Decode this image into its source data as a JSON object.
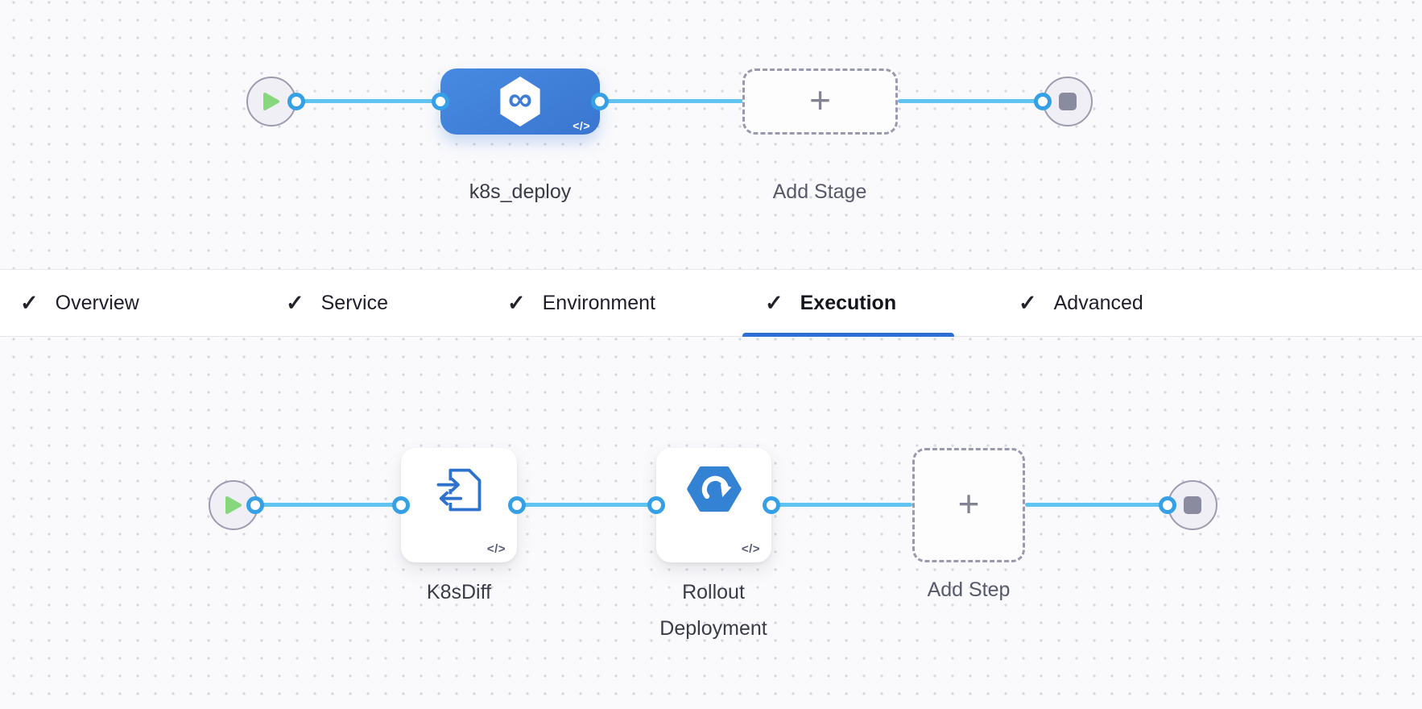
{
  "canvas_top": {
    "stage_node_label": "k8s_deploy",
    "add_stage_label": "Add Stage",
    "stage_code_badge": "</>",
    "stage_icon": "harness-infinity-hexagon",
    "infinity_glyph": "∞"
  },
  "tab_bar": {
    "check_glyph": "✓",
    "active_tab": "Execution",
    "tabs": [
      {
        "label": "Overview"
      },
      {
        "label": "Service"
      },
      {
        "label": "Environment"
      },
      {
        "label": "Execution"
      },
      {
        "label": "Advanced"
      }
    ]
  },
  "canvas_bottom": {
    "step1_label": "K8sDiff",
    "step2_label": "Rollout Deployment",
    "add_step_label": "Add Step",
    "code_badge": "</>",
    "step1_icon": "k8s-diff-document-arrows",
    "step2_icon": "rollout-deployment-hexagon-arrow"
  },
  "colors": {
    "stage_node_blue": "#3e7dd6",
    "connector_line_blue": "#61c4f0",
    "port_ring_blue": "#35a0e6",
    "active_tab_underline": "#2e6fd6",
    "play_green": "#86d77e",
    "terminal_fill": "#f0eff5",
    "terminal_border": "#9c9cb0",
    "dashed_border": "#9a9aaf",
    "canvas_background": "#fafafc"
  }
}
